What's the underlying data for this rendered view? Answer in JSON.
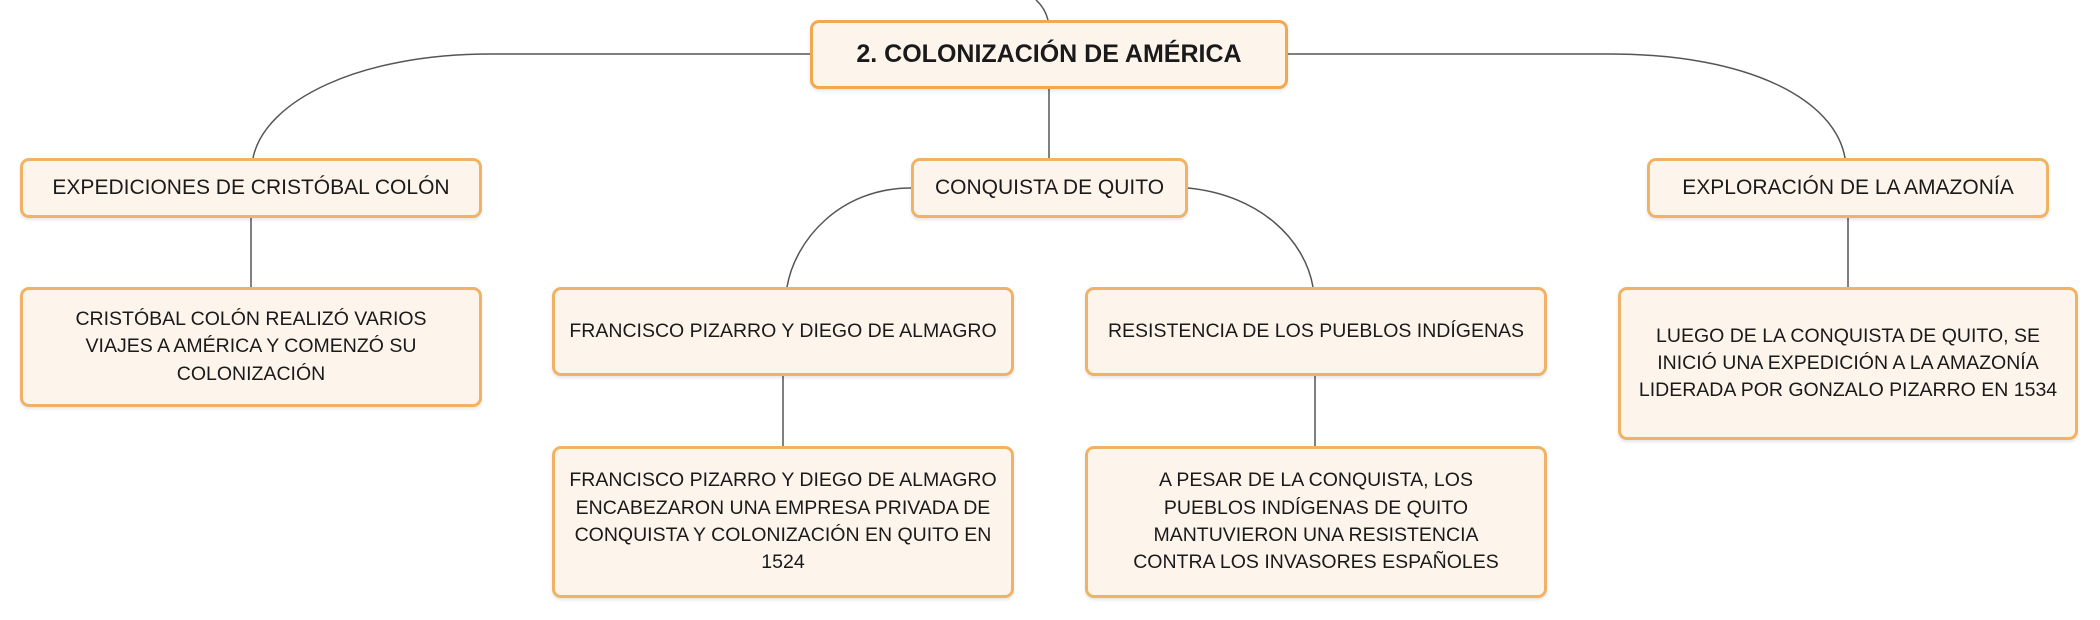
{
  "root": {
    "title": "2. COLONIZACIÓN DE AMÉRICA"
  },
  "branches": [
    {
      "title": "EXPEDICIONES DE CRISTÓBAL COLÓN",
      "children": [
        {
          "text": "CRISTÓBAL COLÓN REALIZÓ VARIOS VIAJES A AMÉRICA Y COMENZÓ SU COLONIZACIÓN"
        }
      ]
    },
    {
      "title": "CONQUISTA DE QUITO",
      "children": [
        {
          "text": "FRANCISCO PIZARRO Y DIEGO DE ALMAGRO",
          "detail": "FRANCISCO PIZARRO Y DIEGO DE ALMAGRO ENCABEZARON UNA EMPRESA PRIVADA DE CONQUISTA Y COLONIZACIÓN EN QUITO EN 1524"
        },
        {
          "text": "RESISTENCIA DE LOS PUEBLOS INDÍGENAS",
          "detail": "A PESAR DE LA CONQUISTA, LOS PUEBLOS INDÍGENAS DE QUITO MANTUVIERON UNA RESISTENCIA CONTRA LOS INVASORES ESPAÑOLES"
        }
      ]
    },
    {
      "title": "EXPLORACIÓN DE LA AMAZONÍA",
      "children": [
        {
          "text": "LUEGO DE LA CONQUISTA DE QUITO, SE INICIÓ UNA EXPEDICIÓN A LA AMAZONÍA LIDERADA POR GONZALO PIZARRO EN 1534"
        }
      ]
    }
  ],
  "colors": {
    "node_fill": "#fdf4ec",
    "node_border": "#f0b366",
    "connector": "#555555"
  }
}
